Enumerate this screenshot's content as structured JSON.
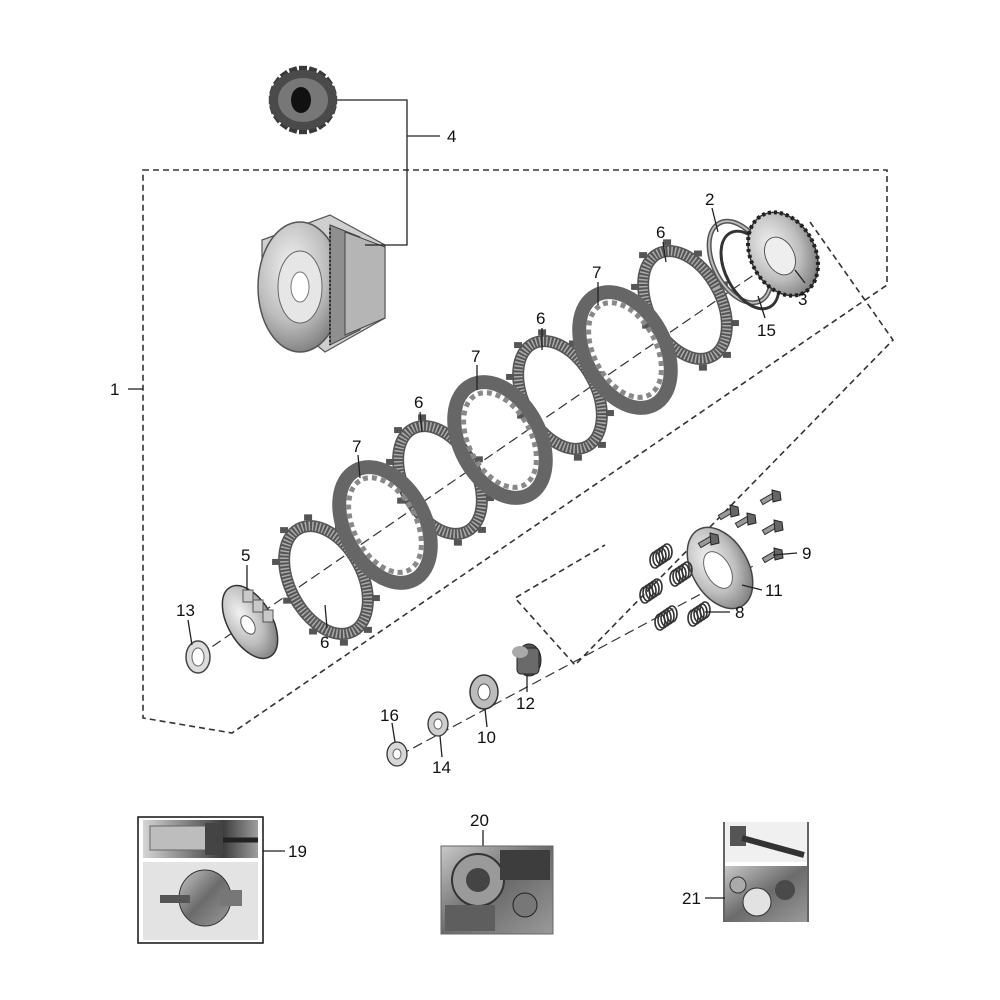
{
  "callouts": [
    {
      "id": "1",
      "text": "1"
    },
    {
      "id": "2",
      "text": "2"
    },
    {
      "id": "3",
      "text": "3"
    },
    {
      "id": "4",
      "text": "4"
    },
    {
      "id": "5",
      "text": "5"
    },
    {
      "id": "6a",
      "text": "6"
    },
    {
      "id": "6b",
      "text": "6"
    },
    {
      "id": "6c",
      "text": "6"
    },
    {
      "id": "6d",
      "text": "6"
    },
    {
      "id": "7a",
      "text": "7"
    },
    {
      "id": "7b",
      "text": "7"
    },
    {
      "id": "7c",
      "text": "7"
    },
    {
      "id": "8",
      "text": "8"
    },
    {
      "id": "9",
      "text": "9"
    },
    {
      "id": "10",
      "text": "10"
    },
    {
      "id": "11",
      "text": "11"
    },
    {
      "id": "12",
      "text": "12"
    },
    {
      "id": "13",
      "text": "13"
    },
    {
      "id": "14",
      "text": "14"
    },
    {
      "id": "15",
      "text": "15"
    },
    {
      "id": "16",
      "text": "16"
    },
    {
      "id": "19",
      "text": "19"
    },
    {
      "id": "20",
      "text": "20"
    },
    {
      "id": "21",
      "text": "21"
    }
  ],
  "colors": {
    "metal_light": "#d9d9d9",
    "metal_mid": "#a8a8a8",
    "metal_dark": "#5a5a5a",
    "friction": "#6e6e6e",
    "steel_plate": "#8c8c8c",
    "line": "#222222"
  }
}
